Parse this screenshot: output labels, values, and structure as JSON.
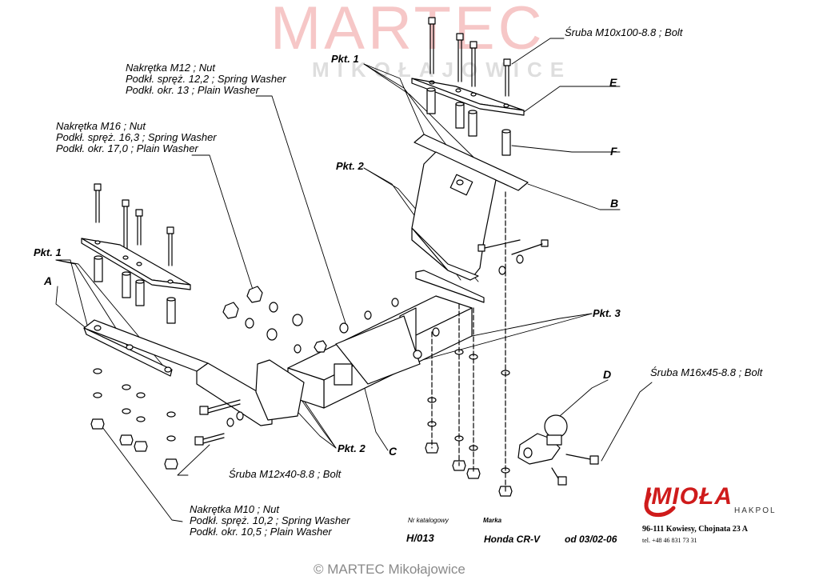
{
  "watermark": {
    "main": "MARTEC",
    "sub": "MIKOŁAJOWICE"
  },
  "labels": {
    "bolt_m10": "Śruba M10x100-8.8 ;  Bolt",
    "nut_m12": [
      "Nakrętka  M12 ; Nut",
      "Podkł. spręż. 12,2 ; Spring Washer",
      "Podkł. okr. 13 ;  Plain Washer"
    ],
    "nut_m16": [
      "Nakrętka  M16 ; Nut",
      "Podkł. spręż. 16,3 ; Spring Washer",
      "Podkł. okr. 17,0 ;  Plain Washer"
    ],
    "bolt_m16": "Śruba M16x45-8.8 ;  Bolt",
    "bolt_m12": "Śruba M12x40-8.8 ;  Bolt",
    "nut_m10": [
      "Nakrętka  M10 ; Nut",
      "Podkł. spręż. 10,2 ; Spring Washer",
      "Podkł. okr. 10,5 ;  Plain Washer"
    ]
  },
  "points": {
    "pkt1_top": "Pkt. 1",
    "pkt1_left": "Pkt. 1",
    "pkt2_top": "Pkt. 2",
    "pkt2_bottom": "Pkt. 2",
    "pkt3": "Pkt. 3"
  },
  "parts": {
    "a": "A",
    "b": "B",
    "c": "C",
    "d": "D",
    "e": "E",
    "f": "F"
  },
  "footer": {
    "catalog_header": "Nr katalogowy",
    "make_header": "Marka",
    "catalog_no": "H/013",
    "make": "Honda CR-V",
    "date": "od 03/02-06"
  },
  "brand": {
    "logo": "IMIOŁA",
    "sub": "HAKPOL",
    "address": "96-111 Kowiesy, Chojnata 23 A",
    "phone": "tel. +48 46 831 73 31",
    "logo_color": "#cf1b1b"
  },
  "copyright": "© MARTEC Mikołajowice"
}
